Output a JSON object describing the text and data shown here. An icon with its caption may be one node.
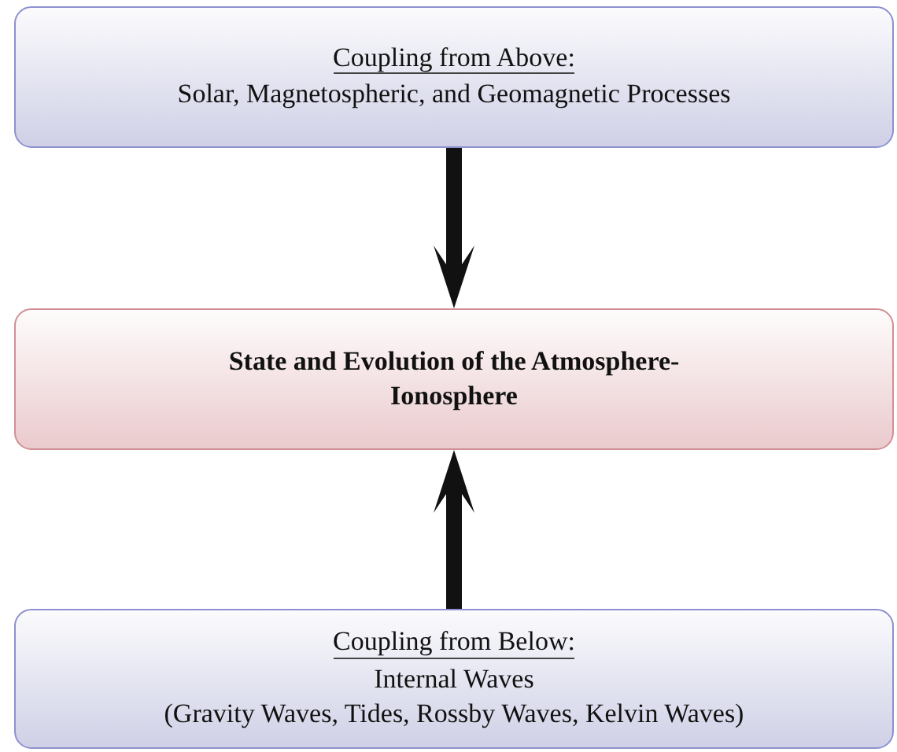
{
  "diagram": {
    "nodes": [
      {
        "text": [
          "Coupling from Above:",
          "Solar, Magnetospheric, and Geomagnetic Processes"
        ]
      },
      {
        "text": [
          "State and Evolution of the Atmosphere-Ionosphere"
        ]
      },
      {
        "text": [
          "Coupling from Below:",
          "Internal Waves",
          "(Gravity Waves, Tides, Rossby Waves, Kelvin Waves)"
        ]
      }
    ],
    "edges": [
      {
        "from": 0,
        "to": 1,
        "arrow": "to"
      },
      {
        "from": 2,
        "to": 1,
        "arrow": "to"
      }
    ]
  }
}
